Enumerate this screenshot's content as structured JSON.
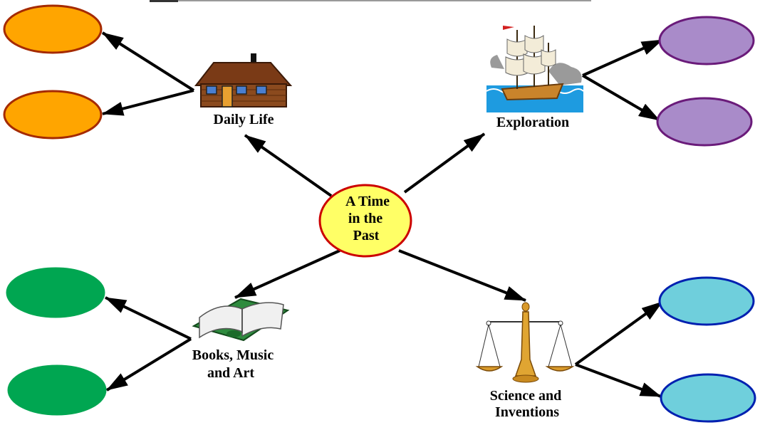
{
  "diagram": {
    "center": {
      "lines": [
        "A Time",
        "in the",
        "Past"
      ]
    },
    "topics": {
      "daily_life": {
        "label": "Daily Life",
        "icon": "house-icon"
      },
      "exploration": {
        "label": "Exploration",
        "icon": "sailing-ship-icon"
      },
      "books": {
        "lines": [
          "Books, Music",
          "and Art"
        ],
        "icon": "open-book-icon"
      },
      "science": {
        "lines": [
          "Science and",
          "Inventions"
        ],
        "icon": "balance-scale-icon"
      }
    },
    "colors": {
      "center_fill": "#ffff66",
      "center_stroke": "#cc0000",
      "daily_life_fill": "#ffa500",
      "daily_life_stroke": "#a52a00",
      "exploration_fill": "#a98bc9",
      "exploration_stroke": "#6a1b7a",
      "books_fill": "#00a651",
      "books_stroke": "#00a651",
      "science_fill": "#6fcfdc",
      "science_stroke": "#0020b0"
    }
  }
}
